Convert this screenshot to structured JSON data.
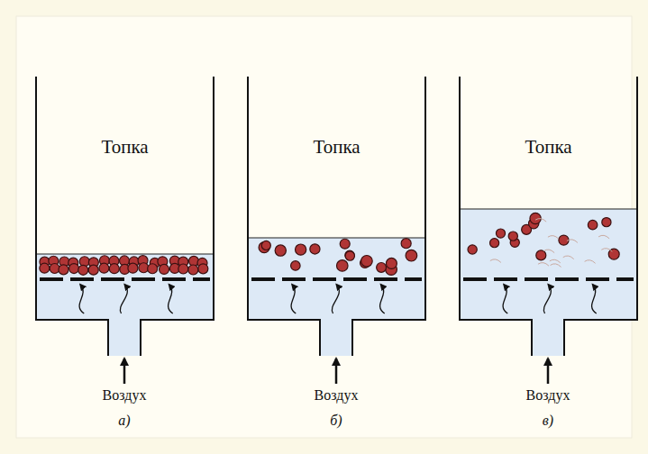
{
  "diagram": {
    "nodes": [
      {
        "text": [
          "Топка"
        ]
      },
      {
        "text": [
          "Топка"
        ]
      },
      {
        "text": [
          "Топка"
        ]
      }
    ],
    "labels": [
      "Воздух",
      "Воздух",
      "Воздух",
      "а)",
      "б)",
      "в)"
    ]
  }
}
